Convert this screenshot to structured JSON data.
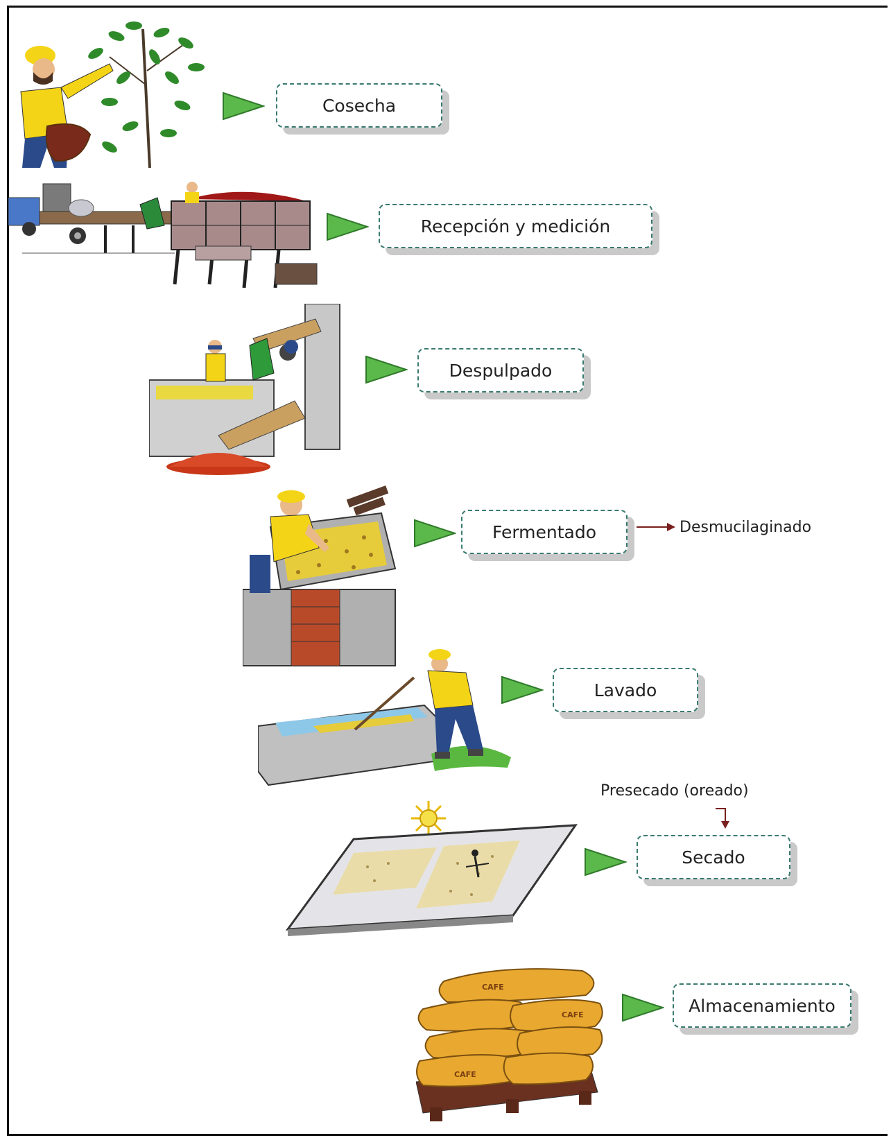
{
  "steps": [
    {
      "label": "Cosecha",
      "icon": "harvest-illustration"
    },
    {
      "label": "Recepción y medición",
      "icon": "truck-reception-illustration"
    },
    {
      "label": "Despulpado",
      "icon": "depulping-machine-illustration"
    },
    {
      "label": "Fermentado",
      "icon": "fermentation-tank-illustration"
    },
    {
      "label": "Lavado",
      "icon": "washing-channel-illustration"
    },
    {
      "label": "Secado",
      "icon": "drying-patio-illustration"
    },
    {
      "label": "Almacenamiento",
      "icon": "coffee-sacks-illustration"
    }
  ],
  "side_notes": {
    "fermentado": "Desmucilaginado",
    "secado": "Presecado (oreado)"
  },
  "sack_text": "CAFE",
  "colors": {
    "arrow_green": "#5bb84a",
    "box_border": "#3a7a70",
    "side_arrow": "#7a1f1f",
    "shirt_yellow": "#f4d417",
    "jeans_blue": "#2b4a8a"
  }
}
